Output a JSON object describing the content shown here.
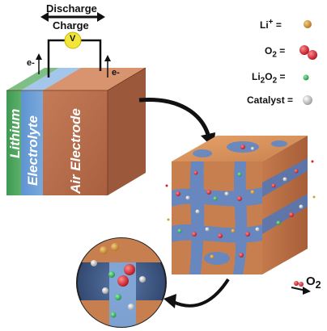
{
  "battery": {
    "discharge_label": "Discharge",
    "charge_label": "Charge",
    "voltmeter_label": "V",
    "electron_left": "e-",
    "electron_right": "e-",
    "layers": {
      "lithium": "Lithium",
      "electrolyte": "Electrolyte",
      "air_electrode": "Air Electrode"
    }
  },
  "legend": [
    {
      "html": "Li<sup>+</sup> =",
      "color": "#d79a3a",
      "name": "li-ion"
    },
    {
      "html": "O<sub>2</sub> =",
      "color": "#d8202e",
      "name": "oxygen"
    },
    {
      "html": "Li<sub>2</sub>O<sub>2</sub> =",
      "color": "#2db35f",
      "name": "lithium-peroxide"
    },
    {
      "html": "Catalyst =",
      "color": "#d9d9d9",
      "name": "catalyst"
    }
  ],
  "o2_label_html": "O<sub>2</sub>",
  "colors": {
    "lithium": "#4aa05b",
    "electrolyte": "#6f9fd6",
    "air_electrode": "#c17654",
    "arrow": "#111111"
  }
}
